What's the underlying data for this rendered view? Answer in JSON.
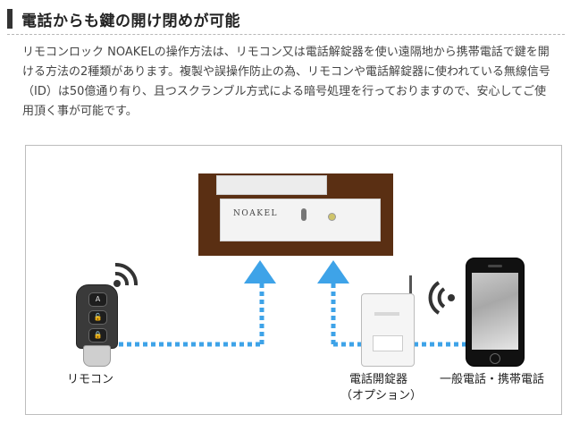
{
  "heading": {
    "title": "電話からも鍵の開け閉めが可能"
  },
  "intro": {
    "text": "リモコンロック NOAKELの操作方法は、リモコン又は電話解錠器を使い遠隔地から携帯電話で鍵を開ける方法の2種類があります。複製や誤操作防止の為、リモコンや電話解錠器に使われている無線信号（ID）は50億通り有り、且つスクランブル方式による暗号処理を行っておりますので、安心してご使用頂く事が可能です。"
  },
  "figure": {
    "lock_logo": "NOAKEL",
    "remote_buttons": [
      "A",
      "🔓",
      "🔒"
    ],
    "labels": {
      "remote": "リモコン",
      "device_line1": "電話開錠器",
      "device_line2": "（オプション）",
      "phone": "一般電話・携帯電話"
    },
    "colors": {
      "signal": "#3ea3e8",
      "lock_background": "#5a2f13"
    }
  }
}
